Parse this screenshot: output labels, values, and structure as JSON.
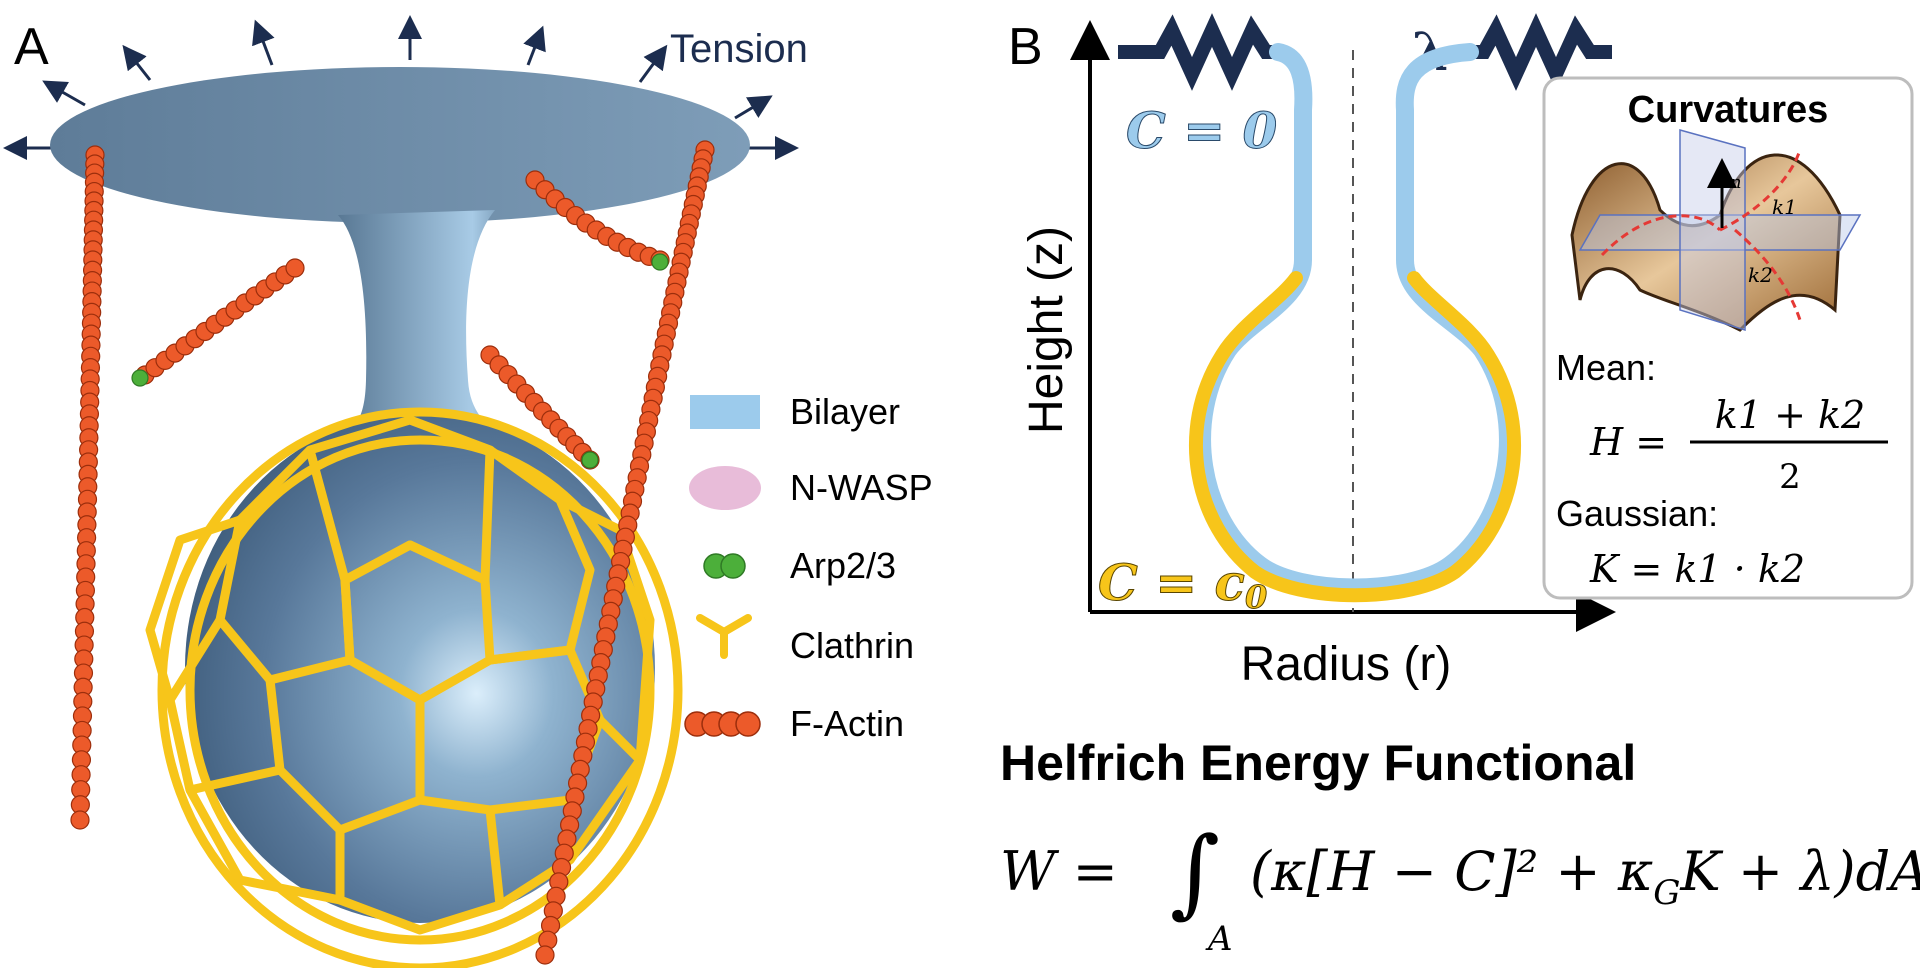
{
  "panel_a": {
    "label": "A",
    "tension_label": "Tension",
    "legend": [
      {
        "key": "bilayer",
        "label": "Bilayer",
        "color": "#9ccbec"
      },
      {
        "key": "nwasp",
        "label": "N-WASP",
        "color": "#e8bcd9"
      },
      {
        "key": "arp23",
        "label": "Arp2/3",
        "color": "#4caf3a"
      },
      {
        "key": "clathrin",
        "label": "Clathrin",
        "color": "#f7c51a"
      },
      {
        "key": "factin",
        "label": "F-Actin",
        "color": "#ec5a2a"
      }
    ]
  },
  "panel_b": {
    "label": "B",
    "y_axis_label": "Height (z)",
    "x_axis_label": "Radius (r)",
    "spring_label": "λ",
    "c_zero_label": "C = 0",
    "c_c0_label": "C = c",
    "c_c0_subscript": "0",
    "curvatures": {
      "title": "Curvatures",
      "n_label": "n",
      "k1_label": "k1",
      "k2_label": "k2",
      "mean_label": "Mean:",
      "mean_lhs": "H =",
      "mean_numerator": "k1 + k2",
      "mean_denominator": "2",
      "gaussian_label": "Gaussian:",
      "gaussian_formula": "K = k1 · k2"
    },
    "energy_title": "Helfrich Energy Functional",
    "energy_lhs": "W =",
    "energy_integral_sub": "A",
    "energy_body": "(κ[H − C]² + κ",
    "energy_sub_g": "G",
    "energy_tail": "K + λ)dA"
  },
  "colors": {
    "navy": "#1c2d4f",
    "membrane": "#5f7f9c",
    "bilayer": "#9ccbec",
    "clathrin": "#f7c51a",
    "actin": "#ec5a2a",
    "arp": "#4caf3a"
  }
}
